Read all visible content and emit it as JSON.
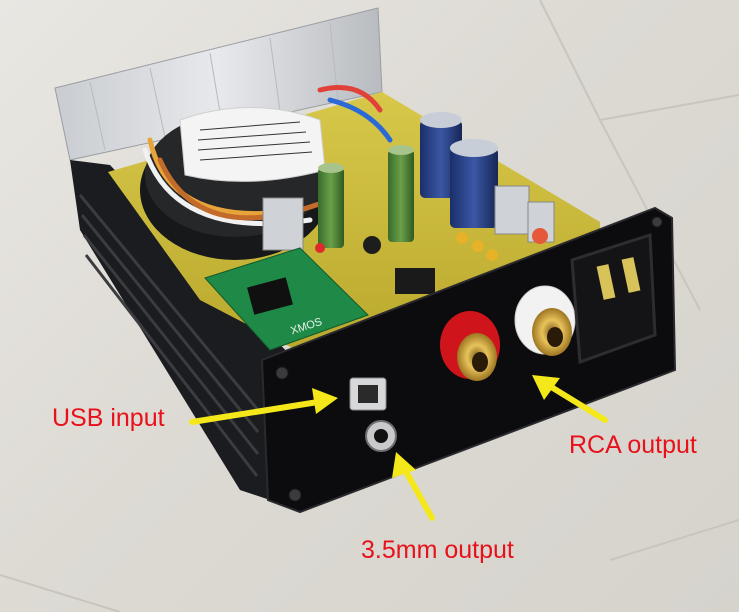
{
  "labels": {
    "usb_input": "USB input",
    "rca_output": "RCA output",
    "mm_output": "3.5mm output"
  },
  "colors": {
    "label_text": "#e8101a",
    "arrow": "#f4e81a",
    "panel": "#0c0c0e",
    "pcb": "#cfc03a",
    "module": "#1f8a48",
    "rca_left": "#d0141c",
    "rca_right": "#f2f2f2"
  },
  "icons": {
    "usb": "usb-b-port-icon",
    "audio": "headphone-jack-icon",
    "rca": "rca-socket-icon",
    "power": "iec-power-inlet-icon"
  },
  "module_marking": "XMOS"
}
